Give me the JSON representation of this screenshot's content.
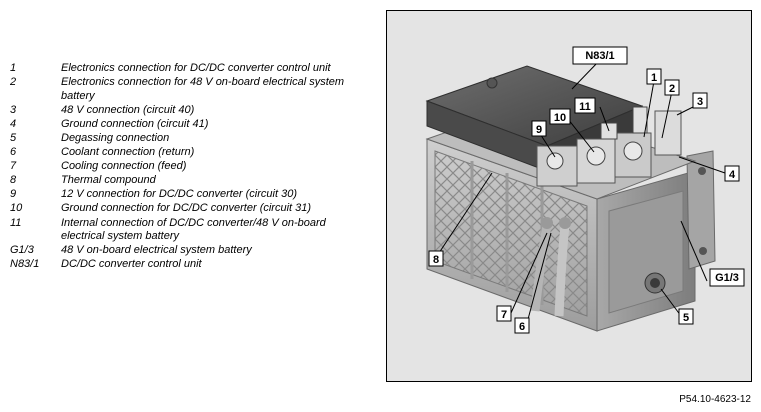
{
  "legend": [
    {
      "num": "1",
      "text": "Electronics connection for DC/DC converter control unit"
    },
    {
      "num": "2",
      "text": "Electronics connection for 48 V on-board electrical system battery"
    },
    {
      "num": "3",
      "text": "48 V connection (circuit 40)"
    },
    {
      "num": "4",
      "text": "Ground connection (circuit 41)"
    },
    {
      "num": "5",
      "text": "Degassing connection"
    },
    {
      "num": "6",
      "text": "Coolant connection (return)"
    },
    {
      "num": "7",
      "text": "Cooling connection (feed)"
    },
    {
      "num": "8",
      "text": "Thermal compound"
    },
    {
      "num": "9",
      "text": "12 V connection for DC/DC converter (circuit 30)"
    },
    {
      "num": "10",
      "text": "Ground connection for DC/DC converter (circuit 31)"
    },
    {
      "num": "11",
      "text": "Internal connection of DC/DC converter/48 V on-board electrical system battery"
    },
    {
      "num": "G1/3",
      "text": "48 V on-board electrical system battery"
    },
    {
      "num": "N83/1",
      "text": "DC/DC converter control unit"
    }
  ],
  "callouts": {
    "n83": "N83/1",
    "c1": "1",
    "c2": "2",
    "c3": "3",
    "c4": "4",
    "c5": "5",
    "c6": "6",
    "c7": "7",
    "c8": "8",
    "c9": "9",
    "c10": "10",
    "c11": "11",
    "g13": "G1/3"
  },
  "reference": "P54.10-4623-12"
}
